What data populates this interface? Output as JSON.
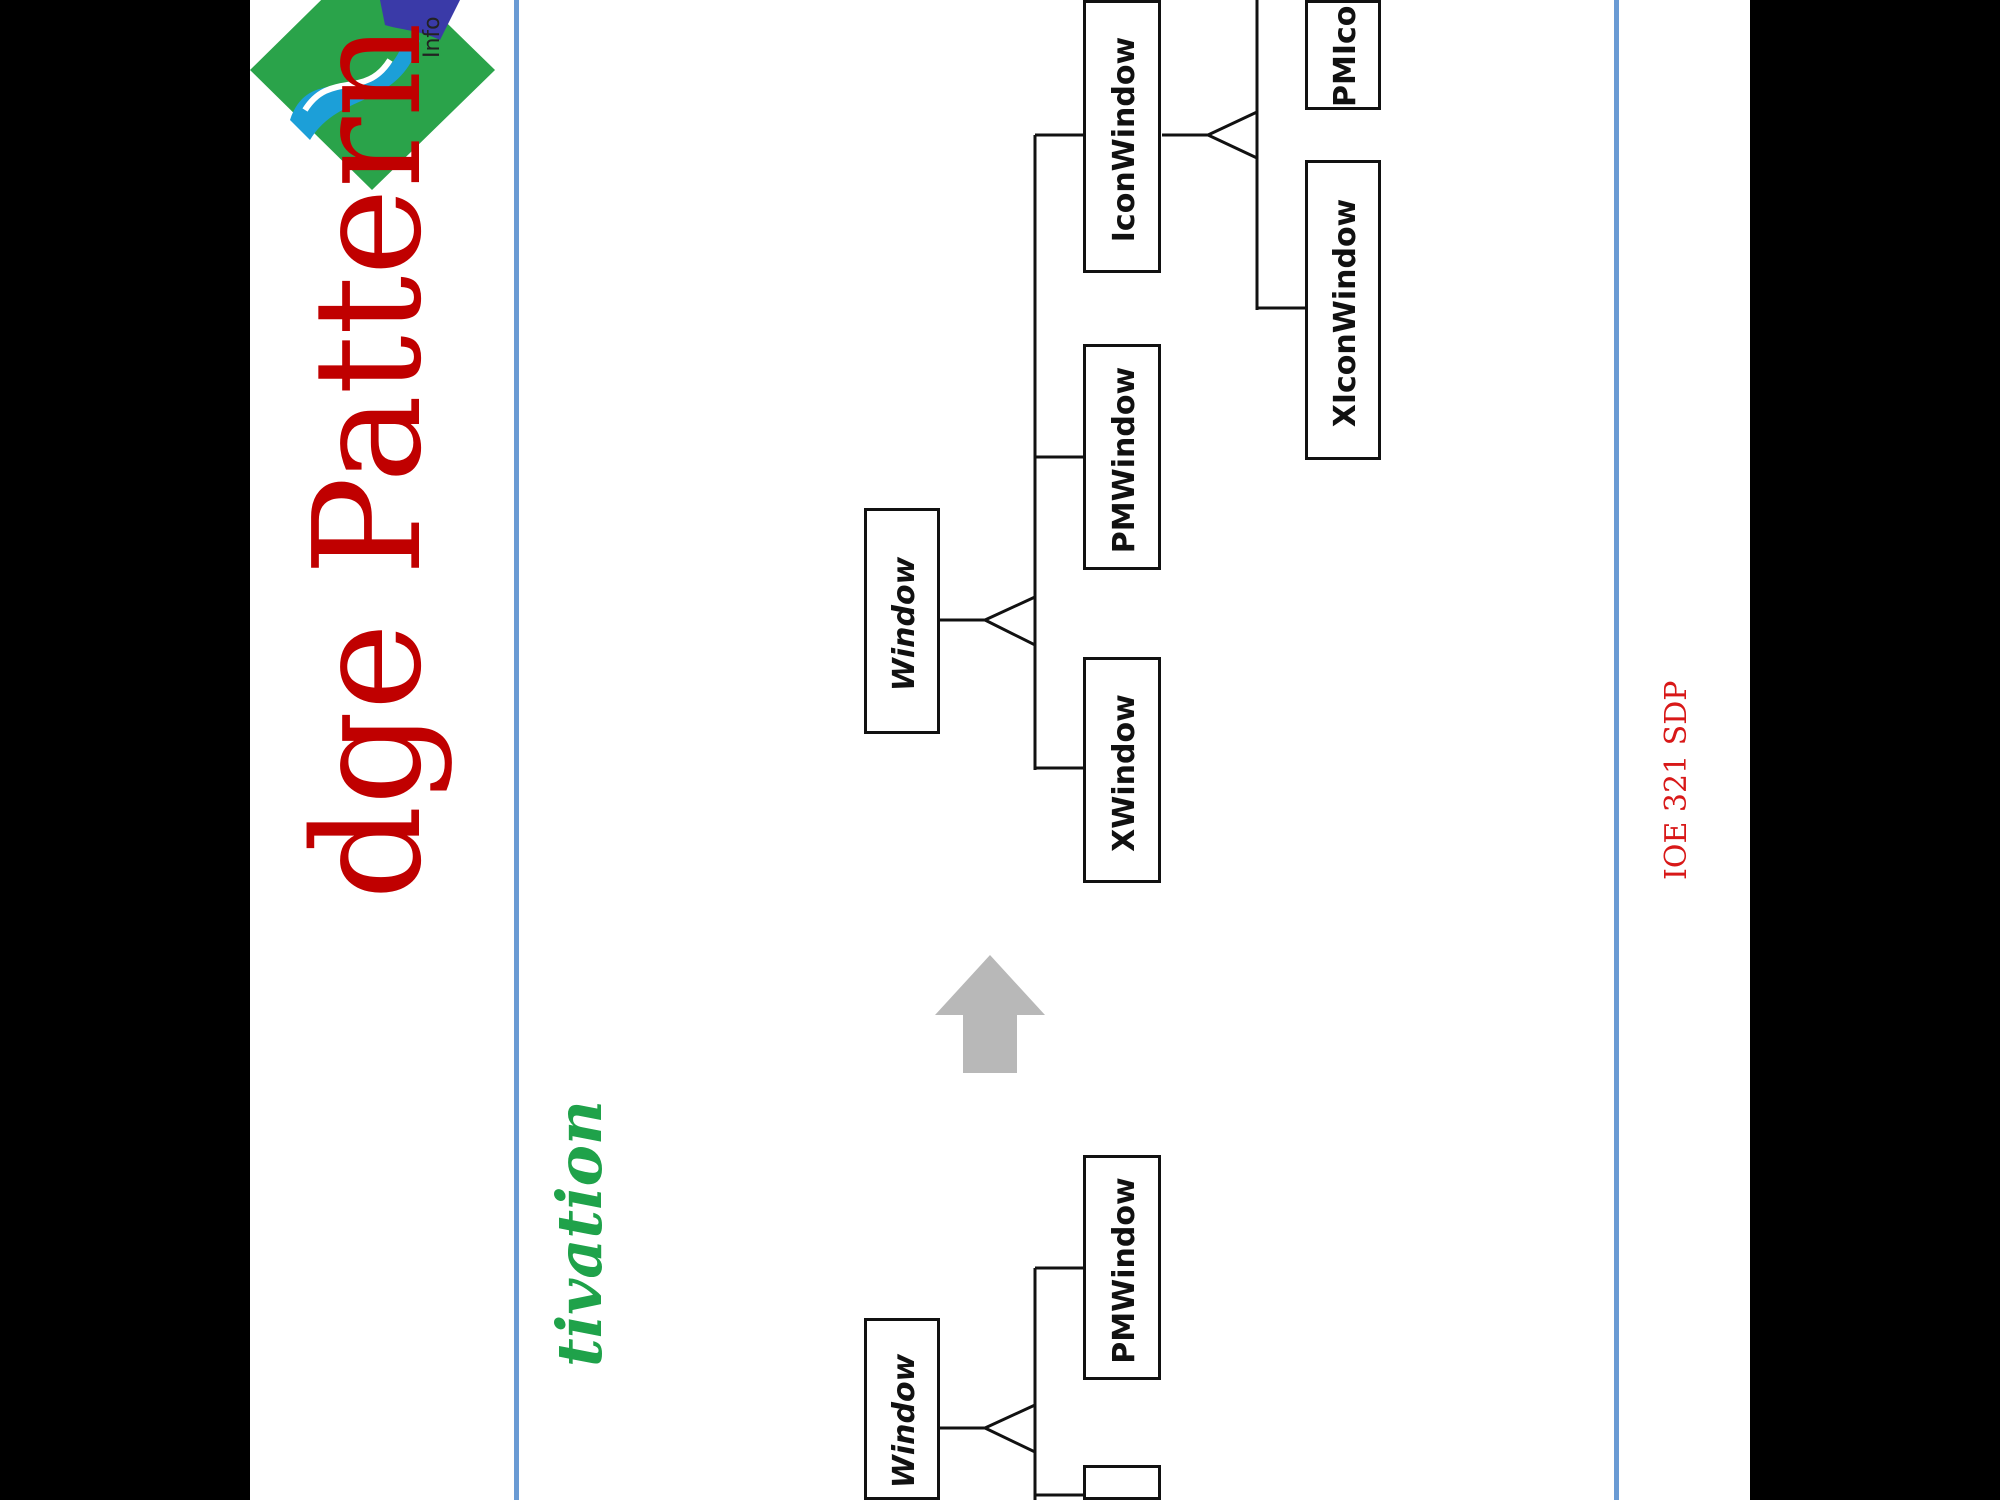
{
  "slide": {
    "title": "dge Pattern … Contd.",
    "subtitle": "tivation",
    "footer": "IOE 321 SDP",
    "logo_text": "Info"
  },
  "colors": {
    "title": "#c00000",
    "subtitle": "#1fa24a",
    "footer": "#d81818",
    "rule": "#6a9bd4",
    "arrow": "#b8b8b8",
    "stroke": "#111111"
  },
  "diagram": {
    "before": {
      "base": "Window",
      "subclasses": [
        "",
        "PMWindow"
      ]
    },
    "after": {
      "base": "Window",
      "subclasses": [
        "XWindow",
        "PMWindow",
        "IconWindow"
      ],
      "icon_subclasses": [
        "XIconWindow",
        "PMIco"
      ]
    },
    "arrow_icon": "up-arrow-icon"
  }
}
